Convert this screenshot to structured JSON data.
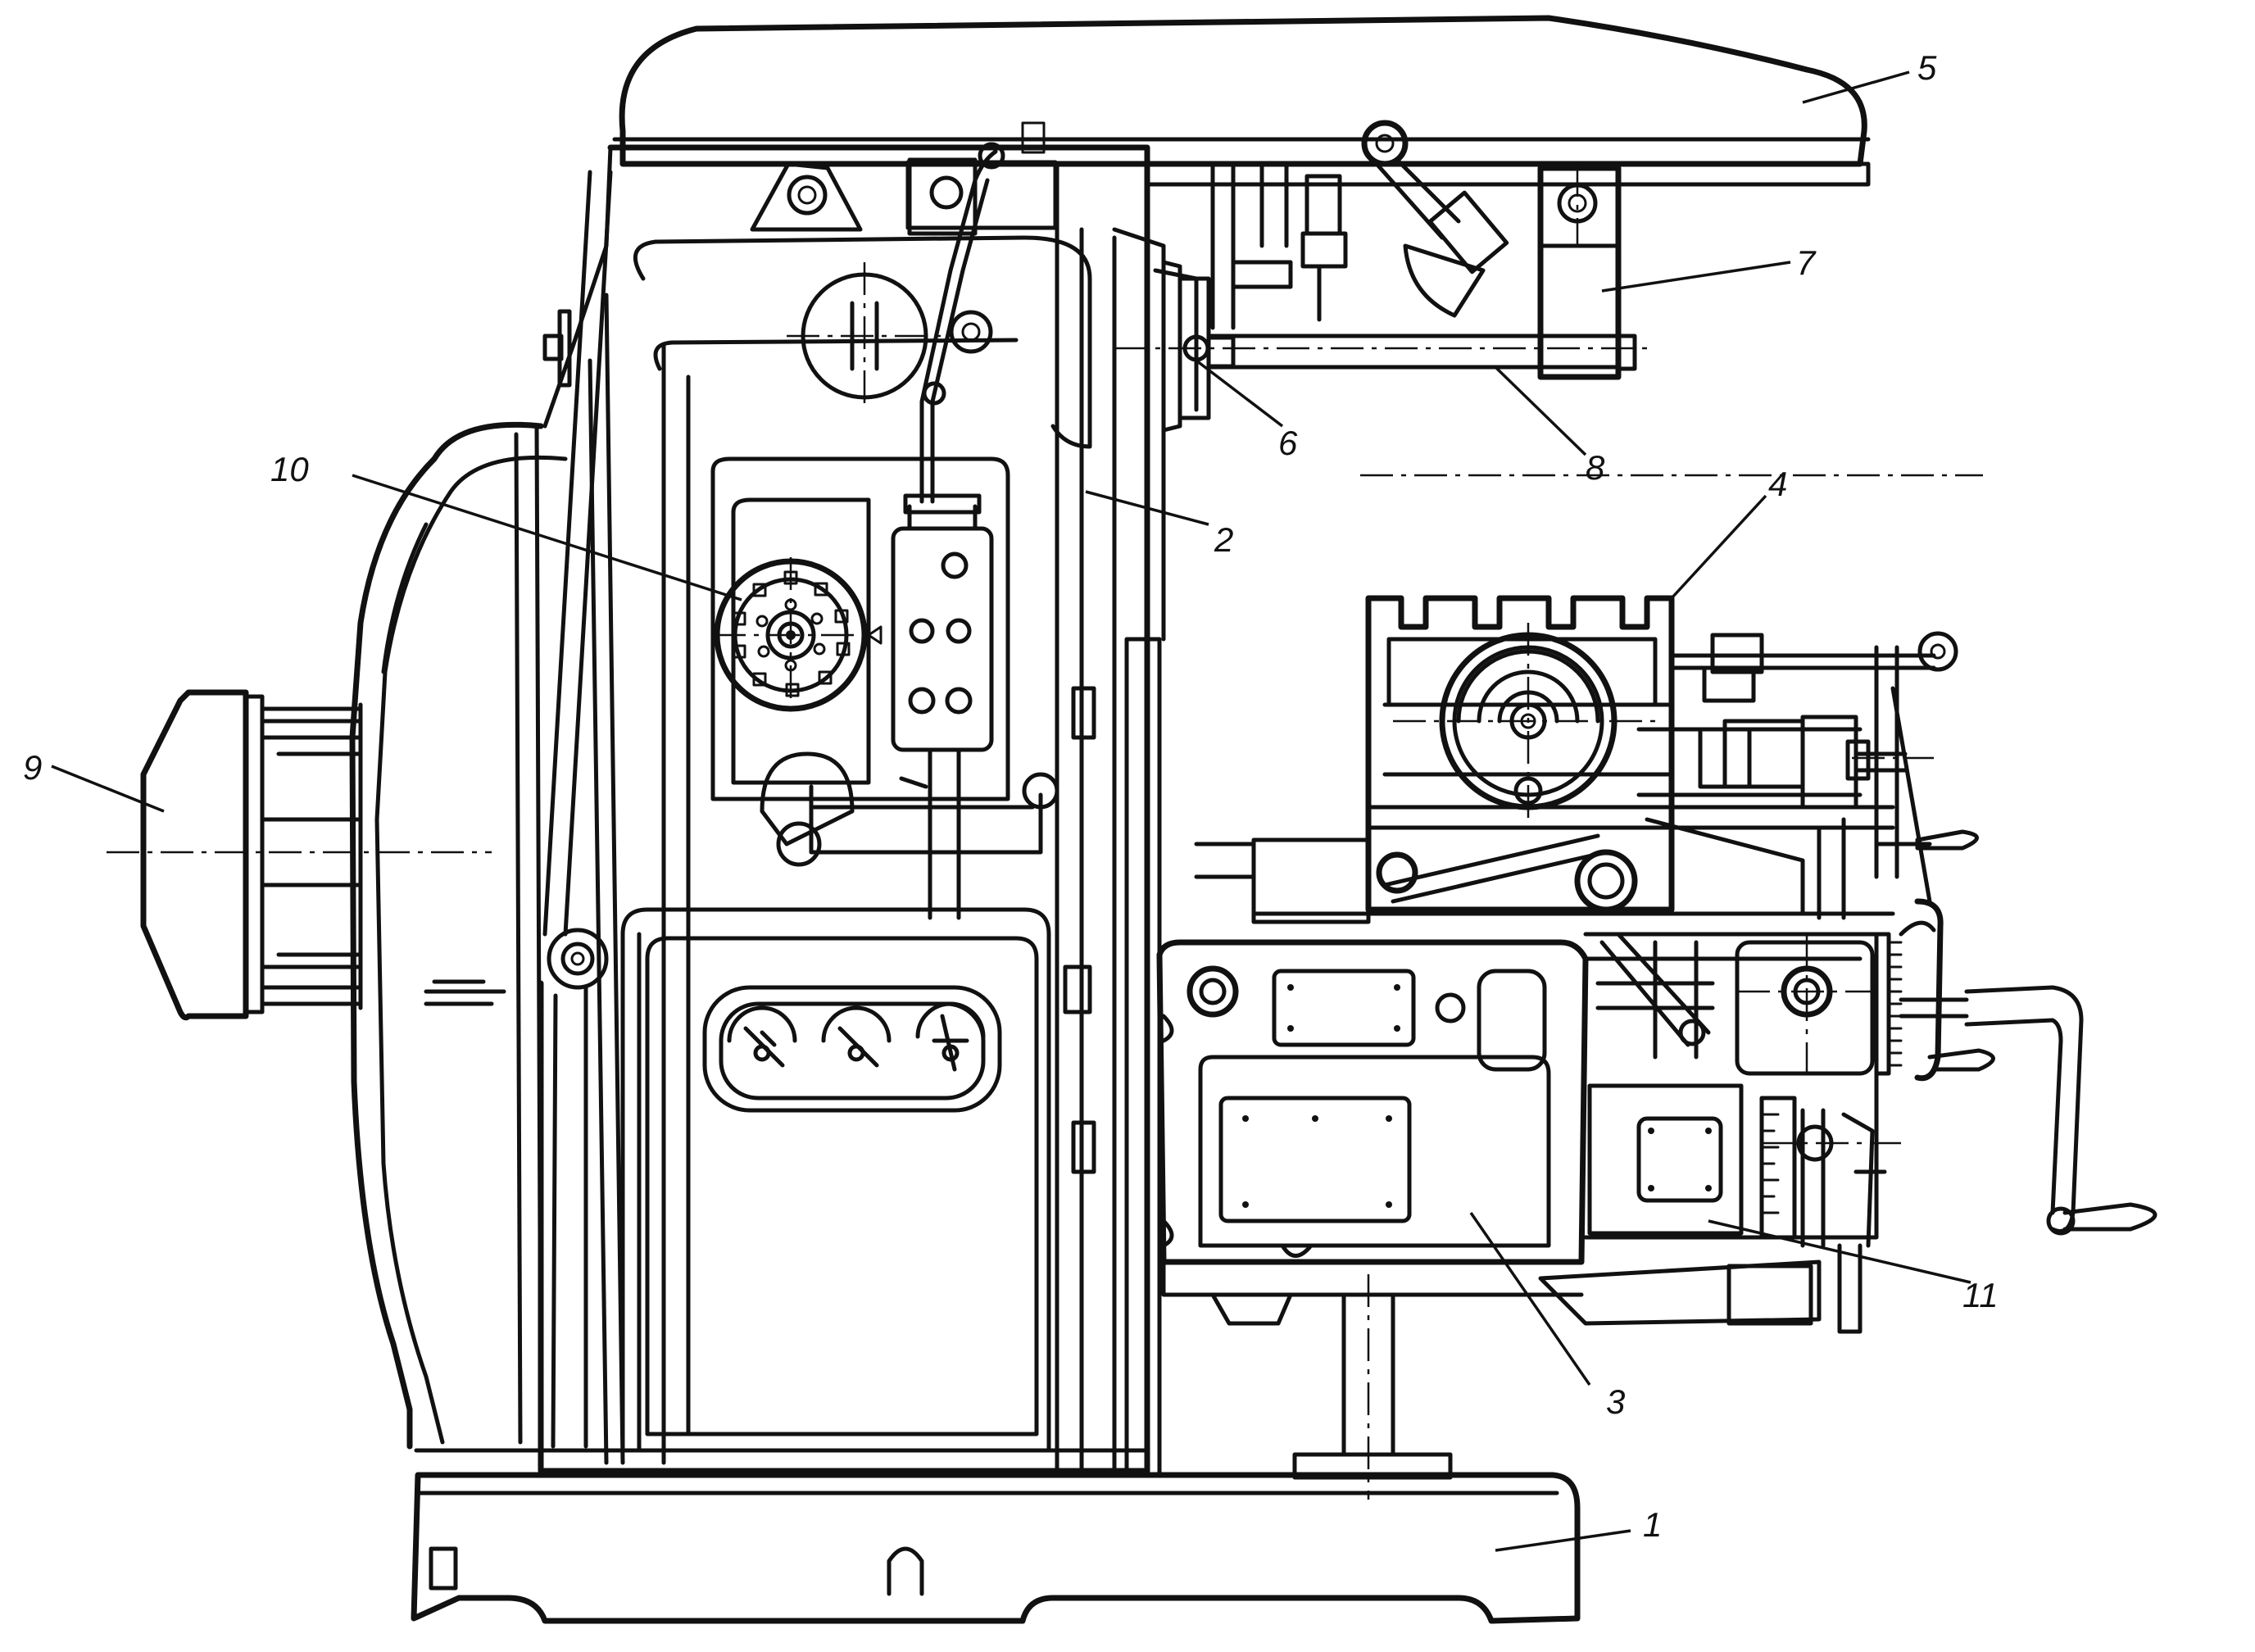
{
  "diagram": {
    "callouts": [
      {
        "id": "1",
        "text": "1"
      },
      {
        "id": "2",
        "text": "2"
      },
      {
        "id": "3",
        "text": "3"
      },
      {
        "id": "4",
        "text": "4"
      },
      {
        "id": "5",
        "text": "5"
      },
      {
        "id": "6",
        "text": "6"
      },
      {
        "id": "7",
        "text": "7"
      },
      {
        "id": "8",
        "text": "8"
      },
      {
        "id": "9",
        "text": "9"
      },
      {
        "id": "10",
        "text": "10"
      },
      {
        "id": "11",
        "text": "11"
      }
    ]
  }
}
